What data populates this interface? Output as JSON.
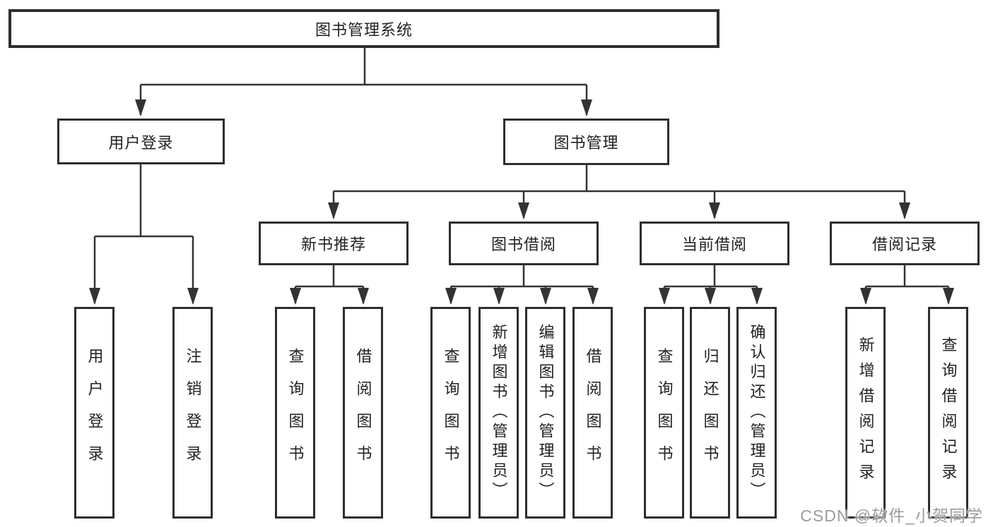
{
  "diagram": {
    "root": {
      "label": "图书管理系统"
    },
    "level2": [
      {
        "label": "用户登录"
      },
      {
        "label": "图书管理"
      }
    ],
    "level3": [
      {
        "label": "新书推荐",
        "parent": "图书管理"
      },
      {
        "label": "图书借阅",
        "parent": "图书管理"
      },
      {
        "label": "当前借阅",
        "parent": "图书管理"
      },
      {
        "label": "借阅记录",
        "parent": "图书管理"
      }
    ],
    "leaves": [
      {
        "label": "用户登录",
        "parent": "用户登录"
      },
      {
        "label": "注销登录",
        "parent": "用户登录"
      },
      {
        "label": "查询图书",
        "parent": "新书推荐"
      },
      {
        "label": "借阅图书",
        "parent": "新书推荐"
      },
      {
        "label": "查询图书",
        "parent": "图书借阅"
      },
      {
        "label": "新增图书（管理员）",
        "parent": "图书借阅"
      },
      {
        "label": "编辑图书（管理员）",
        "parent": "图书借阅"
      },
      {
        "label": "借阅图书",
        "parent": "图书借阅"
      },
      {
        "label": "查询图书",
        "parent": "当前借阅"
      },
      {
        "label": "归还图书",
        "parent": "当前借阅"
      },
      {
        "label": "确认归还（管理员）",
        "parent": "当前借阅"
      },
      {
        "label": "新增借阅记录",
        "parent": "借阅记录"
      },
      {
        "label": "查询借阅记录",
        "parent": "借阅记录"
      }
    ]
  },
  "watermark": "CSDN @软件_小贺同学",
  "colors": {
    "line": "#333333",
    "box_border": "#2e2e2e",
    "text": "#222222",
    "background": "#ffffff",
    "watermark": "#9b9b9b"
  }
}
